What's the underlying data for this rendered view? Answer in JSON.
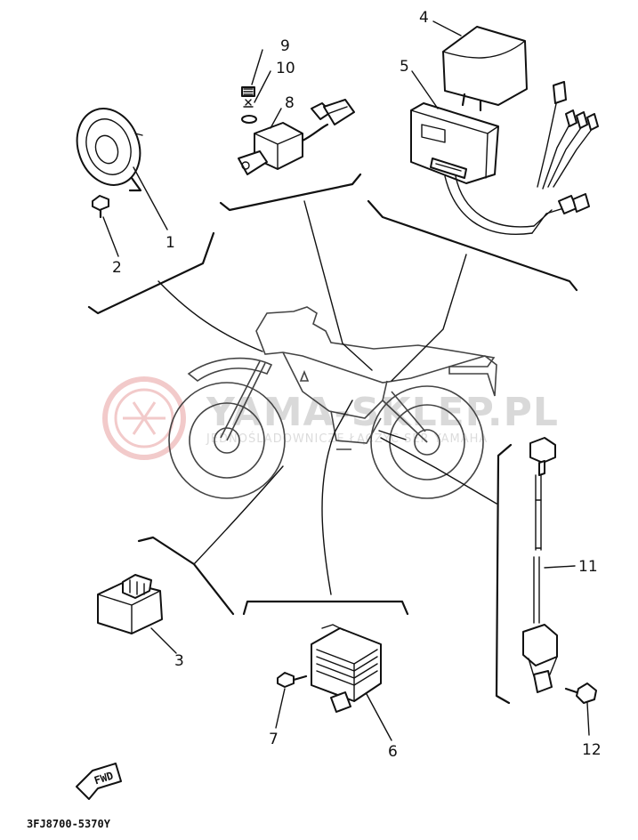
{
  "watermark": {
    "brand": "YAMA-SKLEP.PL",
    "tagline": "JEDNOŚLADOWNICZE ŁĄCZYC SER YAMAHA",
    "logo_color": "#e8a0a0"
  },
  "callouts": [
    {
      "id": "1",
      "label": "1",
      "part": "horn"
    },
    {
      "id": "2",
      "label": "2",
      "part": "horn bolt"
    },
    {
      "id": "3",
      "label": "3",
      "part": "relay"
    },
    {
      "id": "4",
      "label": "4",
      "part": "cap"
    },
    {
      "id": "5",
      "label": "5",
      "part": "CDI unit"
    },
    {
      "id": "6",
      "label": "6",
      "part": "rectifier regulator"
    },
    {
      "id": "7",
      "label": "7",
      "part": "bolt"
    },
    {
      "id": "8",
      "label": "8",
      "part": "ignition coil"
    },
    {
      "id": "9",
      "label": "9",
      "part": "bolt"
    },
    {
      "id": "10",
      "label": "10",
      "part": "washer"
    },
    {
      "id": "11",
      "label": "11",
      "part": "sidestand switch"
    },
    {
      "id": "12",
      "label": "12",
      "part": "screw"
    }
  ],
  "fwd_arrow": {
    "label": "FWD"
  },
  "footer": {
    "code": "3FJ8700-5370Y"
  }
}
